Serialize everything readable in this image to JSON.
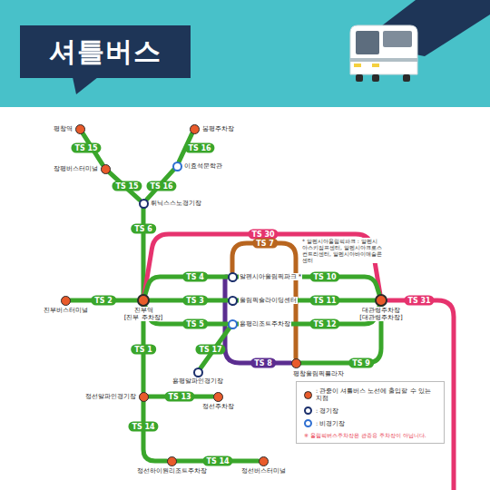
{
  "diagram": {
    "title": "셔틀버스",
    "nodes": [
      {
        "text": [
          "평창역"
        ]
      },
      {
        "text": [
          "장평버스터미널"
        ]
      },
      {
        "text": [
          "봉평주차장"
        ]
      },
      {
        "text": [
          "이효석문학관"
        ]
      },
      {
        "text": [
          "휘닉스스노경기장"
        ]
      },
      {
        "text": [
          "진부버스터미널"
        ]
      },
      {
        "text": [
          "진부역",
          "[진부 주차장]"
        ]
      },
      {
        "text": [
          "알펜시아올림픽파크 *"
        ]
      },
      {
        "text": [
          "올림픽슬라이딩센터"
        ]
      },
      {
        "text": [
          "용평리조트주차장"
        ]
      },
      {
        "text": [
          "용평알파인경기장"
        ]
      },
      {
        "text": [
          "평창올림픽플라자"
        ]
      },
      {
        "text": [
          "대관령주차장",
          "[대관령주차장]"
        ]
      },
      {
        "text": [
          "정선알파인경기장"
        ]
      },
      {
        "text": [
          "정선주차장"
        ]
      },
      {
        "text": [
          "정선하이원리조트주차장"
        ]
      },
      {
        "text": [
          "정선버스터미널"
        ]
      }
    ],
    "edges": [
      {
        "from": 0,
        "to": 1,
        "arrow": "none",
        "label": "TS 15"
      },
      {
        "from": 1,
        "to": 4,
        "arrow": "none",
        "label": "TS 15"
      },
      {
        "from": 2,
        "to": 3,
        "arrow": "none",
        "label": "TS 16"
      },
      {
        "from": 3,
        "to": 4,
        "arrow": "none",
        "label": "TS 16"
      },
      {
        "from": 4,
        "to": 6,
        "arrow": "none",
        "label": "TS 6"
      },
      {
        "from": 5,
        "to": 6,
        "arrow": "none",
        "label": "TS 2"
      },
      {
        "from": 6,
        "to": 12,
        "arrow": "none",
        "label": "TS 30"
      },
      {
        "from": 7,
        "to": 11,
        "arrow": "none",
        "label": "TS 7"
      },
      {
        "from": 7,
        "to": 11,
        "arrow": "none",
        "label": "TS 8"
      },
      {
        "from": 6,
        "to": 7,
        "arrow": "none",
        "label": "TS 4"
      },
      {
        "from": 7,
        "to": 12,
        "arrow": "none",
        "label": "TS 10"
      },
      {
        "from": 6,
        "to": 8,
        "arrow": "none",
        "label": "TS 3"
      },
      {
        "from": 8,
        "to": 12,
        "arrow": "none",
        "label": "TS 11"
      },
      {
        "from": 6,
        "to": 9,
        "arrow": "none",
        "label": "TS 5"
      },
      {
        "from": 9,
        "to": 12,
        "arrow": "none",
        "label": "TS 12"
      },
      {
        "from": 10,
        "to": 9,
        "arrow": "none",
        "label": "TS 17"
      },
      {
        "from": 11,
        "to": 12,
        "arrow": "none",
        "label": "TS 9"
      },
      {
        "from": 6,
        "to": 13,
        "arrow": "none",
        "label": "TS 1"
      },
      {
        "from": 13,
        "to": 14,
        "arrow": "none",
        "label": "TS 13"
      },
      {
        "from": 13,
        "to": 15,
        "arrow": "none",
        "label": "TS 14"
      },
      {
        "from": 15,
        "to": 16,
        "arrow": "none",
        "label": "TS 14"
      }
    ],
    "labels": [
      "* 알펜시아올림픽파크 : 알펜시아스키점프센터, 알펜시아크로스컨트리센터, 알펜시아바이애슬론센터",
      "TS 31",
      "※ 올림픽버스주차장은 관중용 주차장이 아닙니다."
    ],
    "legend": [
      {
        "text": ": 관중이 셔틀버스 노선에 출입할 수 있는 지점",
        "color": "#e95b2b"
      },
      {
        "text": ": 경기장",
        "color": "#1b2f6b"
      },
      {
        "text": ": 비경기장",
        "color": "#2f6fd1"
      }
    ]
  }
}
